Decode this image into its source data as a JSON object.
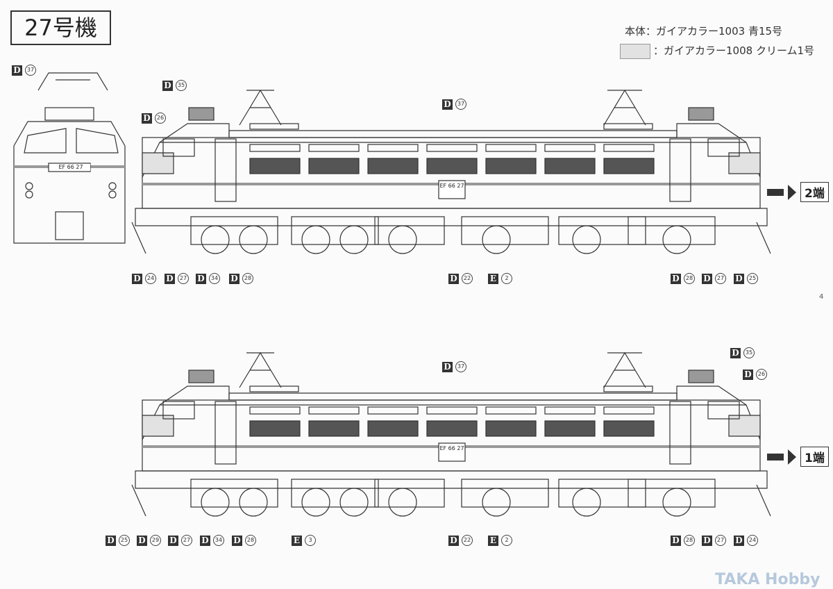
{
  "title": "27号機",
  "legend": {
    "body": "本体：ガイアカラー1003 青15号",
    "cream": "：ガイアカラー1008 クリーム1号"
  },
  "colors": {
    "cream": "#e2e2e2",
    "line": "#333333"
  },
  "plate": "EF 66 27",
  "top_view": {
    "end_label": "2端",
    "labels": [
      {
        "l": "D",
        "n": "37"
      },
      {
        "l": "D",
        "n": "35"
      },
      {
        "l": "D",
        "n": "26"
      },
      {
        "l": "D",
        "n": "37"
      },
      {
        "l": "D",
        "n": "24"
      },
      {
        "l": "D",
        "n": "27"
      },
      {
        "l": "D",
        "n": "34"
      },
      {
        "l": "D",
        "n": "28"
      },
      {
        "l": "D",
        "n": "22"
      },
      {
        "l": "E",
        "n": "2"
      },
      {
        "l": "D",
        "n": "28"
      },
      {
        "l": "D",
        "n": "27"
      },
      {
        "l": "D",
        "n": "25"
      }
    ]
  },
  "bottom_view": {
    "end_label": "1端",
    "labels": [
      {
        "l": "D",
        "n": "35"
      },
      {
        "l": "D",
        "n": "26"
      },
      {
        "l": "D",
        "n": "37"
      },
      {
        "l": "D",
        "n": "25"
      },
      {
        "l": "D",
        "n": "29"
      },
      {
        "l": "D",
        "n": "27"
      },
      {
        "l": "D",
        "n": "34"
      },
      {
        "l": "D",
        "n": "28"
      },
      {
        "l": "E",
        "n": "3"
      },
      {
        "l": "D",
        "n": "22"
      },
      {
        "l": "E",
        "n": "2"
      },
      {
        "l": "D",
        "n": "28"
      },
      {
        "l": "D",
        "n": "27"
      },
      {
        "l": "D",
        "n": "24"
      }
    ]
  },
  "page_number": "4",
  "watermark": "TAKA Hobby"
}
